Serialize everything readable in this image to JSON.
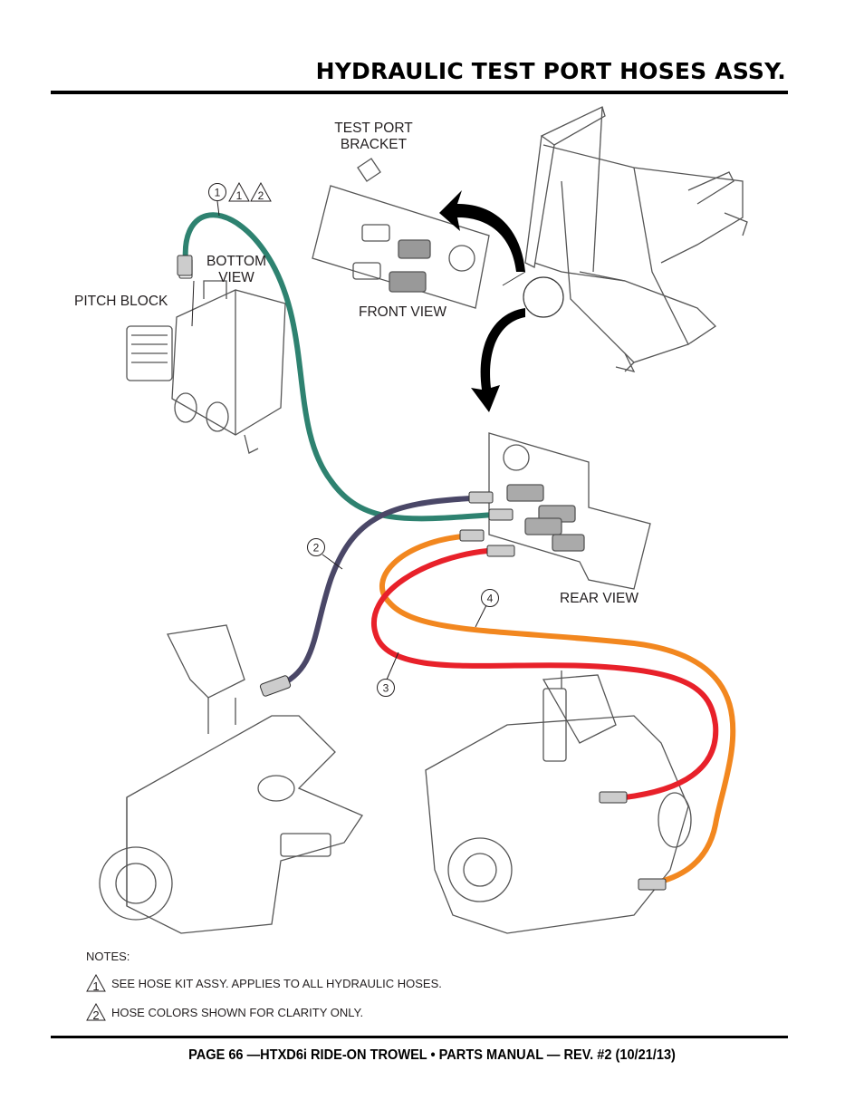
{
  "header": {
    "title": "HYDRAULIC TEST PORT HOSES ASSY."
  },
  "labels": {
    "test_port_bracket_line1": "TEST PORT",
    "test_port_bracket_line2": "BRACKET",
    "bottom_view_line1": "BOTTOM",
    "bottom_view_line2": "VIEW",
    "pitch_block": "PITCH BLOCK",
    "front_view": "FRONT VIEW",
    "rear_view": "REAR VIEW"
  },
  "callouts": {
    "c1": "1",
    "c1_note_a": "1",
    "c1_note_b": "2",
    "c2": "2",
    "c3": "3",
    "c4": "4"
  },
  "hose_colors": {
    "hose1": "#2e8270",
    "hose2": "#4a4767",
    "hose3": "#e8212a",
    "hose4": "#f2871f"
  },
  "notes": {
    "heading": "NOTES:",
    "items": [
      {
        "marker": "1",
        "text": "SEE HOSE KIT ASSY.  APPLIES TO ALL HYDRAULIC HOSES."
      },
      {
        "marker": "2",
        "text": "HOSE COLORS SHOWN FOR CLARITY ONLY."
      }
    ]
  },
  "footer": {
    "text": "PAGE 66 —HTXD6i RIDE-ON TROWEL • PARTS MANUAL — REV. #2 (10/21/13)"
  }
}
